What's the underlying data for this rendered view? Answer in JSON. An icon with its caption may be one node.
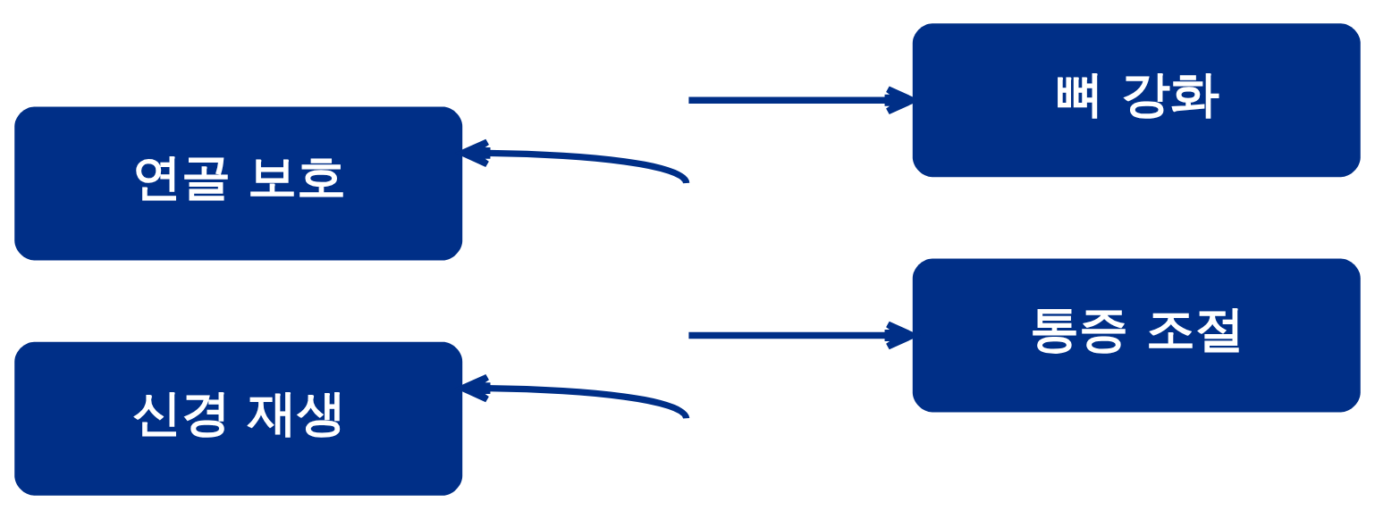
{
  "diagram": {
    "nodes": [
      {
        "text": [
          "뼈 강화"
        ]
      },
      {
        "text": [
          "연골 보호"
        ]
      },
      {
        "text": [
          "통증 조절"
        ]
      },
      {
        "text": [
          "신경 재생"
        ]
      }
    ],
    "edges": [
      {
        "from": null,
        "to": 0,
        "arrow": "to"
      },
      {
        "from": null,
        "to": 1,
        "arrow": "to"
      },
      {
        "from": null,
        "to": 2,
        "arrow": "to"
      },
      {
        "from": null,
        "to": 3,
        "arrow": "to"
      }
    ]
  }
}
